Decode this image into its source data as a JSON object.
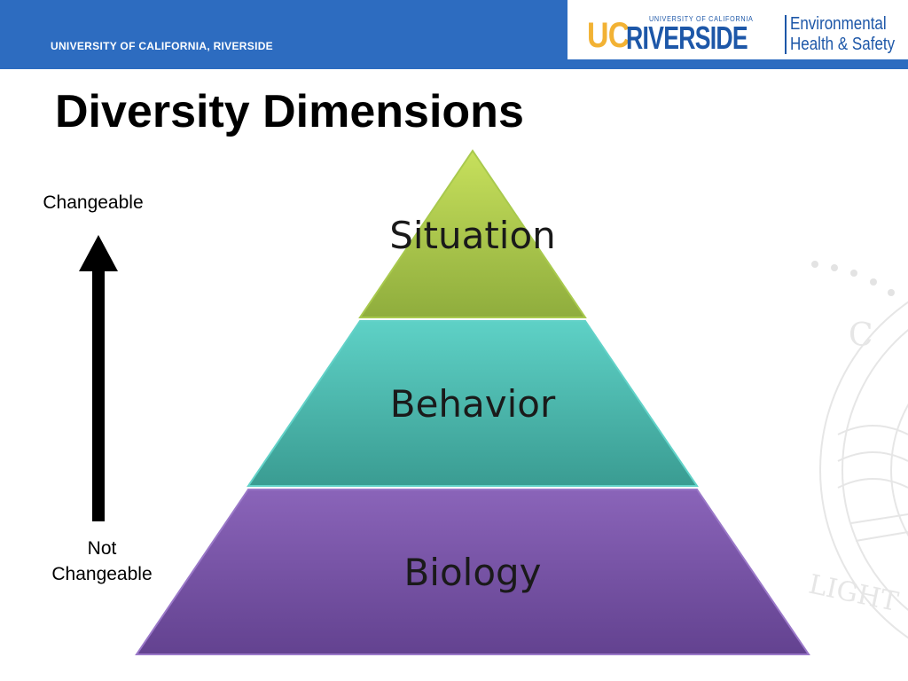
{
  "header": {
    "university": "UNIVERSITY OF CALIFORNIA, RIVERSIDE",
    "logo": {
      "uc": "UC",
      "riverside": "RIVERSIDE",
      "small_text": "UNIVERSITY OF CALIFORNIA",
      "department_line1": "Environmental",
      "department_line2": "Health & Safety"
    },
    "bar_color": "#2d6cc0"
  },
  "title": "Diversity Dimensions",
  "scale": {
    "top_label": "Changeable",
    "bottom_label_line1": "Not",
    "bottom_label_line2": "Changeable"
  },
  "pyramid": {
    "levels": [
      {
        "label": "Situation",
        "color": "#9dbb4a"
      },
      {
        "label": "Behavior",
        "color": "#4bb6ac"
      },
      {
        "label": "Biology",
        "color": "#7c58a8"
      }
    ]
  },
  "watermark": {
    "visible_text": "LIGHT"
  }
}
